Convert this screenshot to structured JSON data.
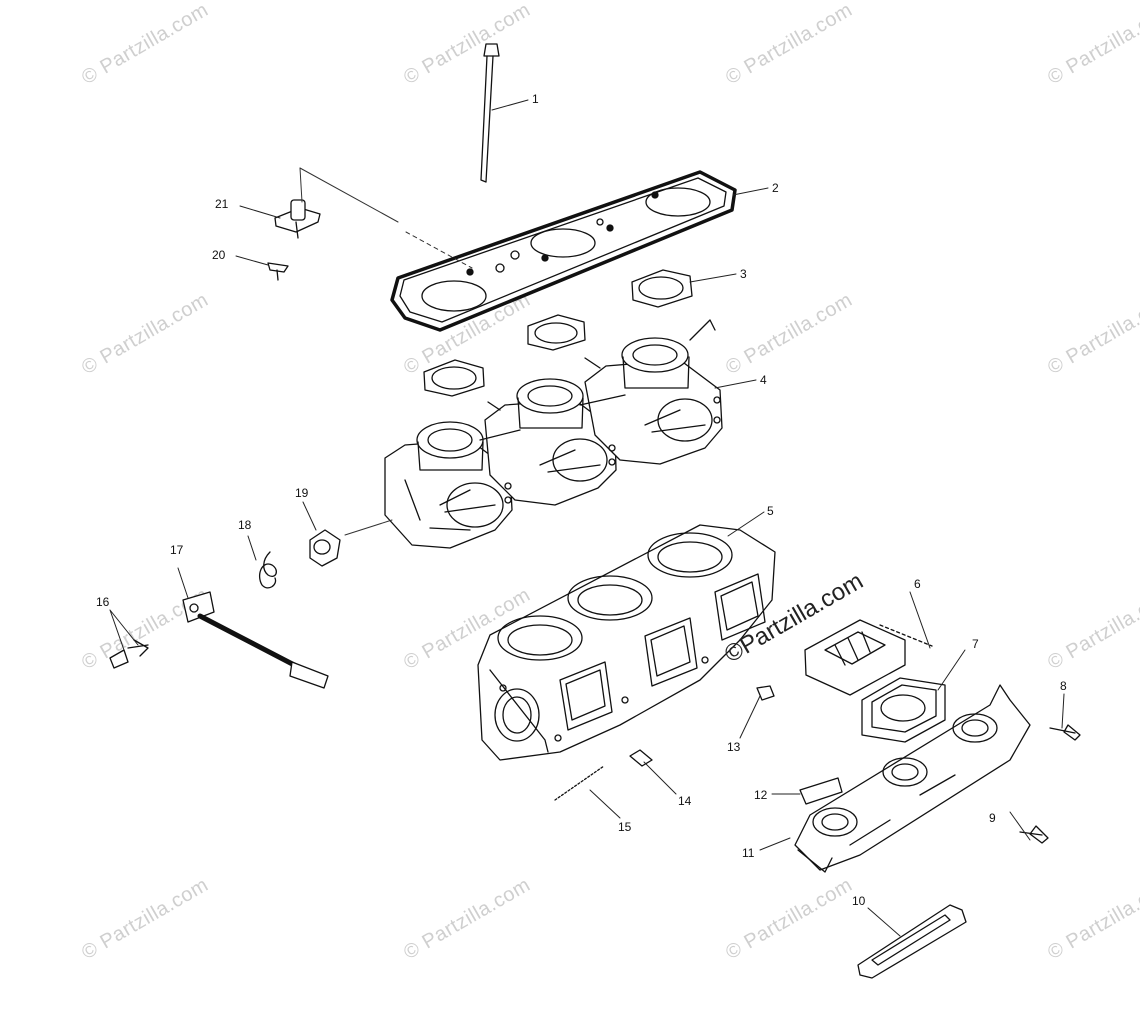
{
  "watermark": {
    "text": "© Partzilla.com",
    "main_text": "©Partzilla.com"
  },
  "callouts": [
    "1",
    "2",
    "3",
    "4",
    "5",
    "6",
    "7",
    "8",
    "9",
    "10",
    "11",
    "12",
    "13",
    "14",
    "15",
    "16",
    "17",
    "18",
    "19",
    "20",
    "21"
  ]
}
